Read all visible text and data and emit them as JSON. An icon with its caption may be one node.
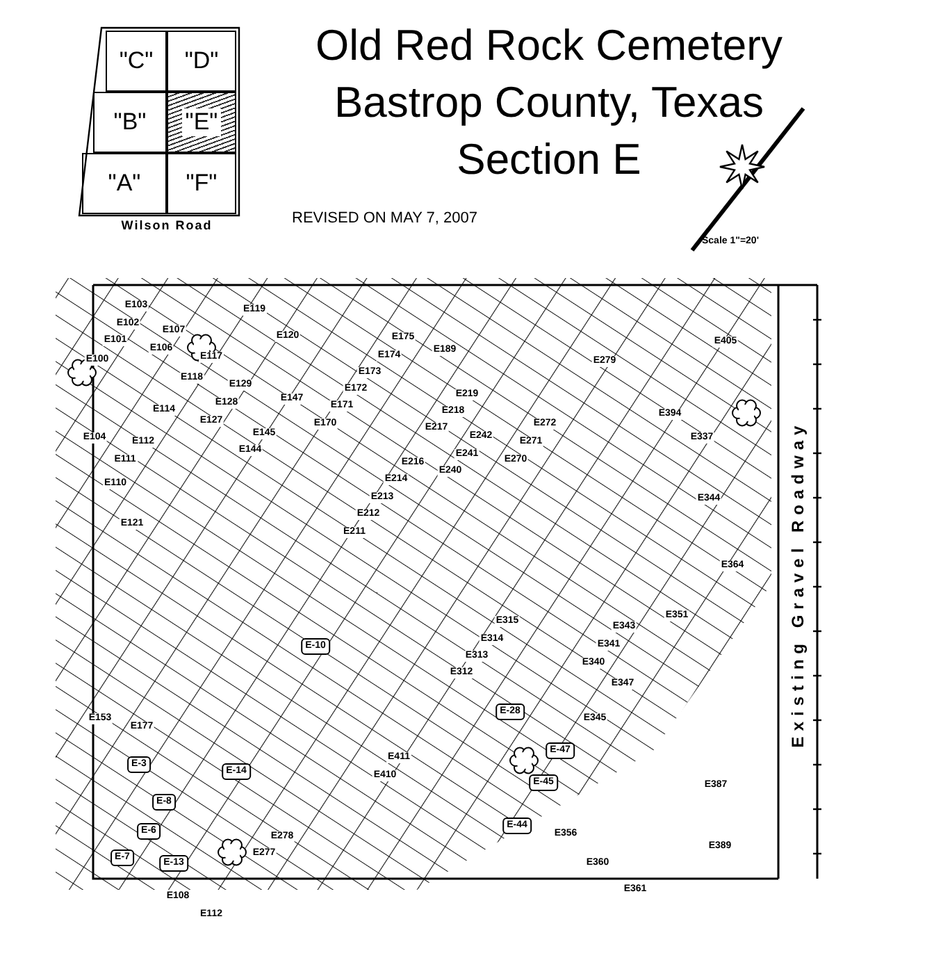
{
  "diagram": {
    "title": "Old Red Rock Cemetery Bastrop County, Texas Section E",
    "nodes": [
      {
        "text": [
          "\"C\""
        ]
      },
      {
        "text": [
          "\"D\""
        ]
      },
      {
        "text": [
          "\"B\""
        ]
      },
      {
        "text": [
          "\"E\""
        ]
      },
      {
        "text": [
          "\"A\""
        ]
      },
      {
        "text": [
          "\"F\""
        ]
      },
      {
        "text": [
          "E103"
        ]
      },
      {
        "text": [
          "E102"
        ]
      },
      {
        "text": [
          "E101"
        ]
      },
      {
        "text": [
          "E100"
        ]
      },
      {
        "text": [
          "E107"
        ]
      },
      {
        "text": [
          "E106"
        ]
      },
      {
        "text": [
          "E119"
        ]
      },
      {
        "text": [
          "E120"
        ]
      },
      {
        "text": [
          "E117"
        ]
      },
      {
        "text": [
          "E118"
        ]
      },
      {
        "text": [
          "E129"
        ]
      },
      {
        "text": [
          "E128"
        ]
      },
      {
        "text": [
          "E127"
        ]
      },
      {
        "text": [
          "E114"
        ]
      },
      {
        "text": [
          "E147"
        ]
      },
      {
        "text": [
          "E104"
        ]
      },
      {
        "text": [
          "E112"
        ]
      },
      {
        "text": [
          "E111"
        ]
      },
      {
        "text": [
          "E145"
        ]
      },
      {
        "text": [
          "E144"
        ]
      },
      {
        "text": [
          "E110"
        ]
      },
      {
        "text": [
          "E121"
        ]
      },
      {
        "text": [
          "E175"
        ]
      },
      {
        "text": [
          "E174"
        ]
      },
      {
        "text": [
          "E173"
        ]
      },
      {
        "text": [
          "E172"
        ]
      },
      {
        "text": [
          "E171"
        ]
      },
      {
        "text": [
          "E170"
        ]
      },
      {
        "text": [
          "E189"
        ]
      },
      {
        "text": [
          "E219"
        ]
      },
      {
        "text": [
          "E218"
        ]
      },
      {
        "text": [
          "E217"
        ]
      },
      {
        "text": [
          "E216"
        ]
      },
      {
        "text": [
          "E214"
        ]
      },
      {
        "text": [
          "E213"
        ]
      },
      {
        "text": [
          "E212"
        ]
      },
      {
        "text": [
          "E211"
        ]
      },
      {
        "text": [
          "E242"
        ]
      },
      {
        "text": [
          "E241"
        ]
      },
      {
        "text": [
          "E240"
        ]
      },
      {
        "text": [
          "E272"
        ]
      },
      {
        "text": [
          "E271"
        ]
      },
      {
        "text": [
          "E270"
        ]
      },
      {
        "text": [
          "E279"
        ]
      },
      {
        "text": [
          "E405"
        ]
      },
      {
        "text": [
          "E394"
        ]
      },
      {
        "text": [
          "E337"
        ]
      },
      {
        "text": [
          "E344"
        ]
      },
      {
        "text": [
          "E364"
        ]
      },
      {
        "text": [
          "E153"
        ]
      },
      {
        "text": [
          "E177"
        ]
      },
      {
        "text": [
          "E411"
        ]
      },
      {
        "text": [
          "E410"
        ]
      },
      {
        "text": [
          "E278"
        ]
      },
      {
        "text": [
          "E277"
        ]
      },
      {
        "text": [
          "E315"
        ]
      },
      {
        "text": [
          "E314"
        ]
      },
      {
        "text": [
          "E313"
        ]
      },
      {
        "text": [
          "E312"
        ]
      },
      {
        "text": [
          "E351"
        ]
      },
      {
        "text": [
          "E343"
        ]
      },
      {
        "text": [
          "E341"
        ]
      },
      {
        "text": [
          "E340"
        ]
      },
      {
        "text": [
          "E347"
        ]
      },
      {
        "text": [
          "E345"
        ]
      },
      {
        "text": [
          "E387"
        ]
      },
      {
        "text": [
          "E389"
        ]
      },
      {
        "text": [
          "E356"
        ]
      },
      {
        "text": [
          "E360"
        ]
      },
      {
        "text": [
          "E361"
        ]
      },
      {
        "text": [
          "E108"
        ]
      },
      {
        "text": [
          "E112"
        ]
      },
      {
        "text": [
          "E-47"
        ]
      },
      {
        "text": [
          "E-45"
        ]
      },
      {
        "text": [
          "E-44"
        ]
      },
      {
        "text": [
          "E-28"
        ]
      },
      {
        "text": [
          "E-10"
        ]
      },
      {
        "text": [
          "E-3"
        ]
      },
      {
        "text": [
          "E-8"
        ]
      },
      {
        "text": [
          "E-6"
        ]
      },
      {
        "text": [
          "E-13"
        ]
      },
      {
        "text": [
          "E-14"
        ]
      },
      {
        "text": [
          "E-7"
        ]
      }
    ],
    "labels": [
      "Wilson Road",
      "REVISED ON MAY 7, 2007",
      "Scale 1\"=20'",
      "Existing Gravel Roadway"
    ]
  }
}
